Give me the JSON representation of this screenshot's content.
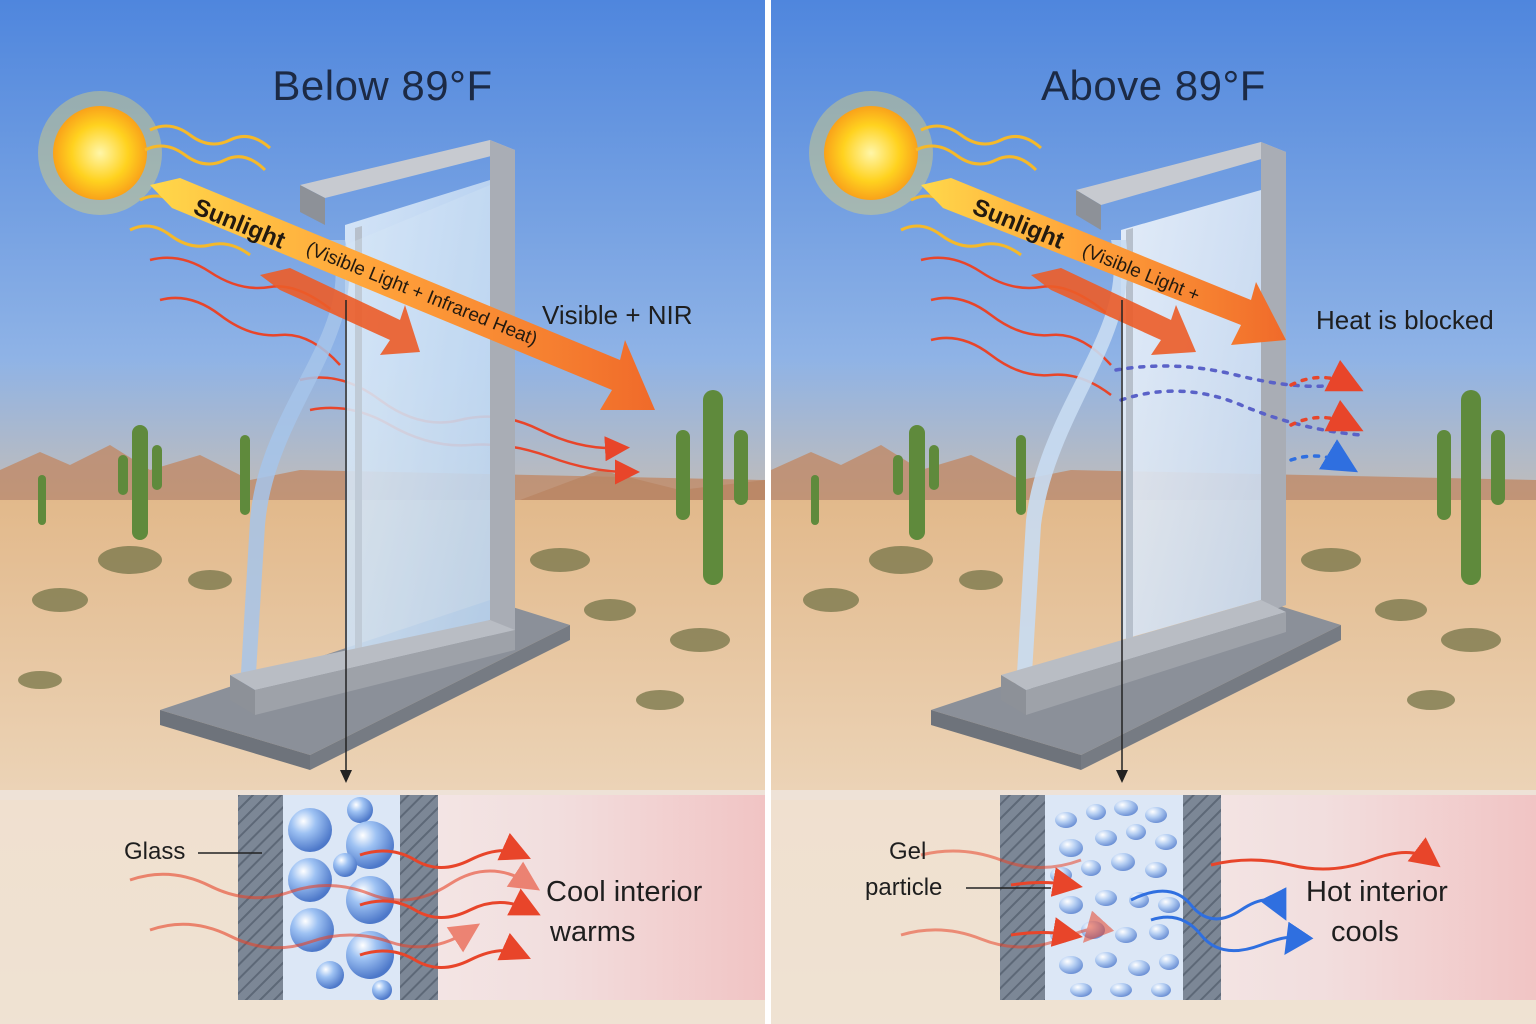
{
  "panels": [
    {
      "title": "Below 89°F",
      "band_label_main": "Sunlight",
      "band_label_detail": "(Visible Light + Infrared Heat)",
      "side_label": "Visible + NIR",
      "layer_label": "Glass",
      "result_line1": "Cool interior",
      "result_line2": "warms"
    },
    {
      "title": "Above 89°F",
      "band_label_main": "Sunlight",
      "band_label_detail": "(Visible Light +",
      "side_label": "Heat is blocked",
      "layer_label_line1": "Gel",
      "layer_label_line2": "particle",
      "result_line1": "Hot interior",
      "result_line2": "cools"
    }
  ],
  "colors": {
    "sky_top": "#5b8ee0",
    "sky_horizon": "#f3c98a",
    "sand": "#d9b48a",
    "heat_arrow": "#e8452a",
    "cool_arrow": "#2f6fe0",
    "sun": "#ffd21f",
    "frame": "#a9adb5",
    "glass": "#cfe3f7",
    "cactus": "#5f8a3c"
  },
  "icons": [
    "sun-icon",
    "cactus-icon",
    "window-icon",
    "heat-arrow-icon",
    "bubble-icon"
  ]
}
